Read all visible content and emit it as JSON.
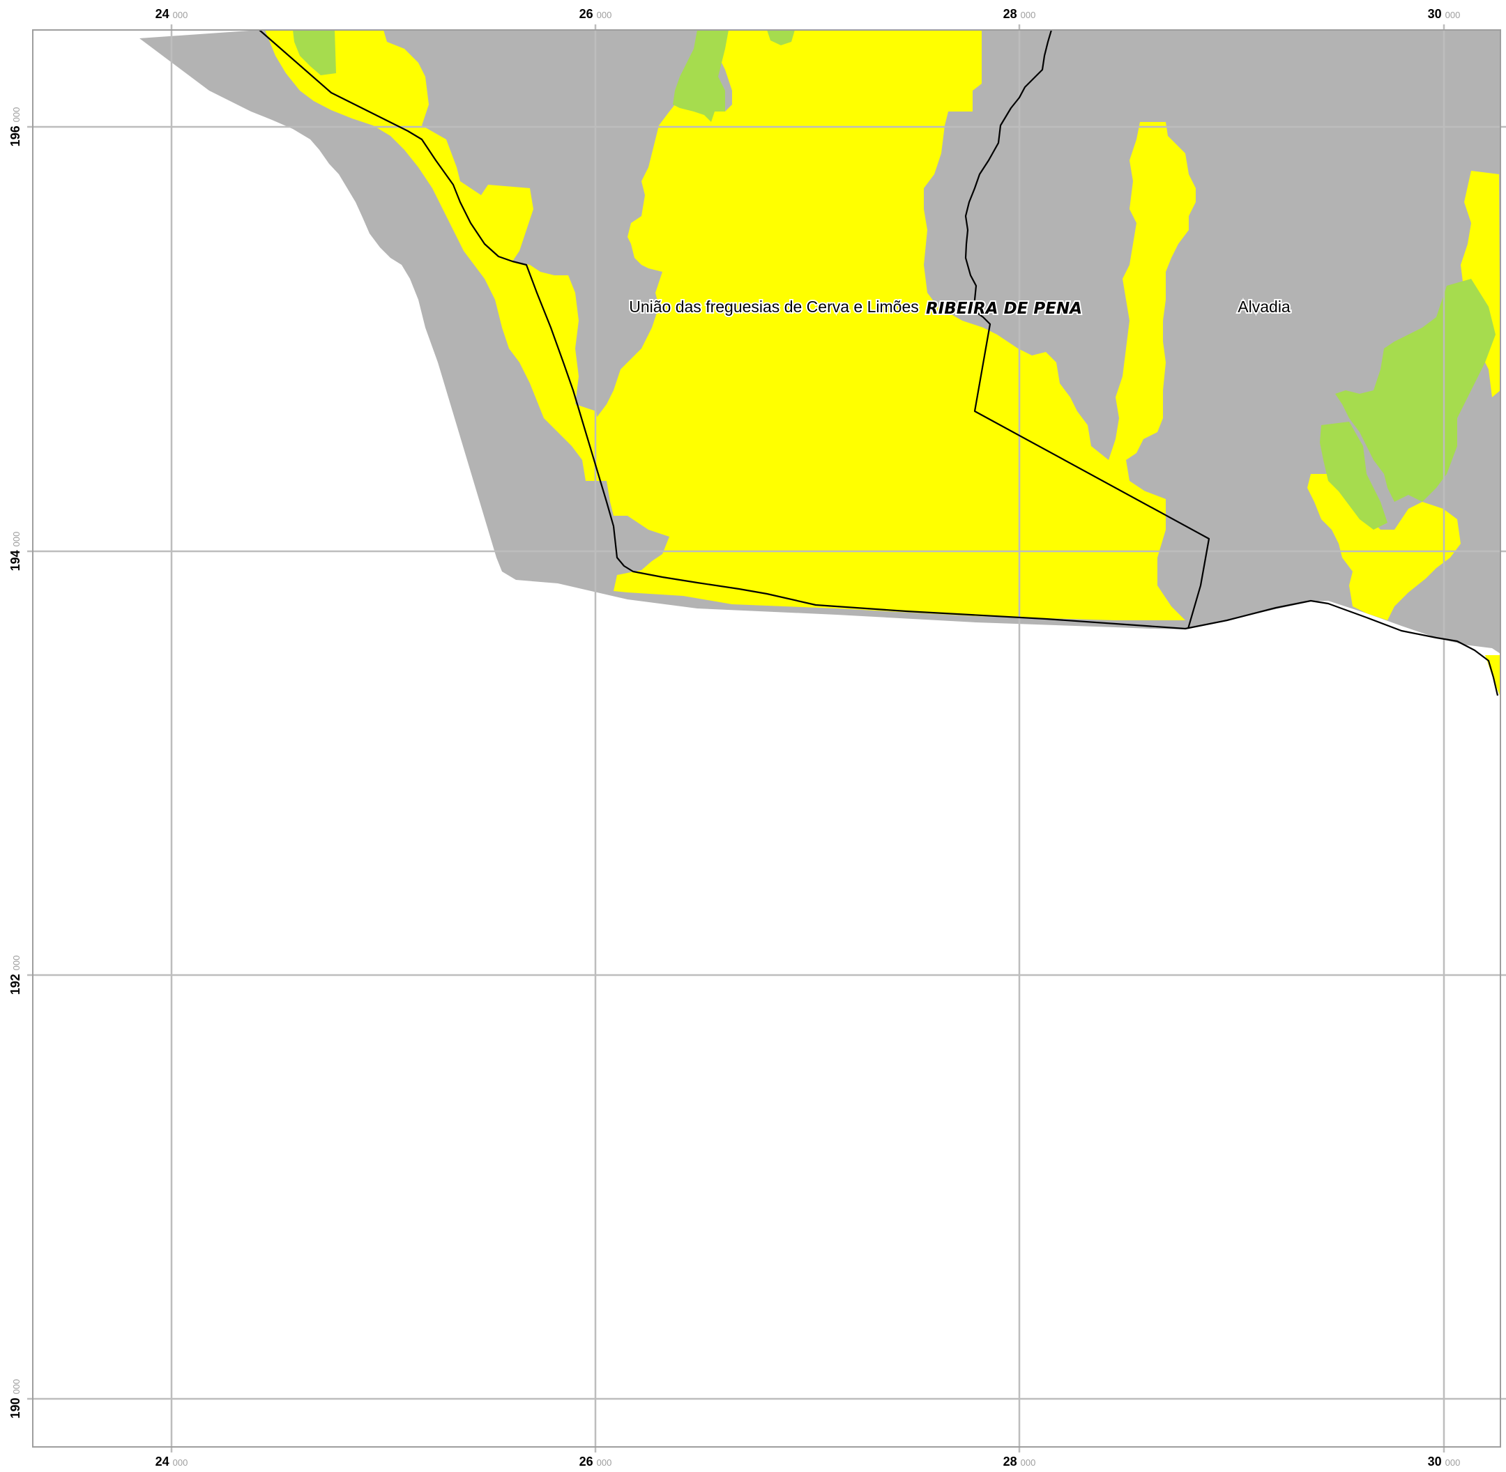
{
  "colors": {
    "yellow": "#ffff00",
    "green": "#a6dc4e",
    "grey": "#b3b3b3",
    "grid": "#bdbdbd",
    "border": "#000000"
  },
  "grid": {
    "x_ticks": [
      {
        "major": "24",
        "minor": "000"
      },
      {
        "major": "26",
        "minor": "000"
      },
      {
        "major": "28",
        "minor": "000"
      },
      {
        "major": "30",
        "minor": "000"
      }
    ],
    "y_ticks": [
      {
        "major": "196",
        "minor": "000"
      },
      {
        "major": "194",
        "minor": "000"
      },
      {
        "major": "192",
        "minor": "000"
      },
      {
        "major": "190",
        "minor": "000"
      }
    ]
  },
  "labels": {
    "parish_west": "União das freguesias de Cerva e Limões",
    "municipality": "RIBEIRA DE PENA",
    "parish_east": "Alvadia"
  }
}
